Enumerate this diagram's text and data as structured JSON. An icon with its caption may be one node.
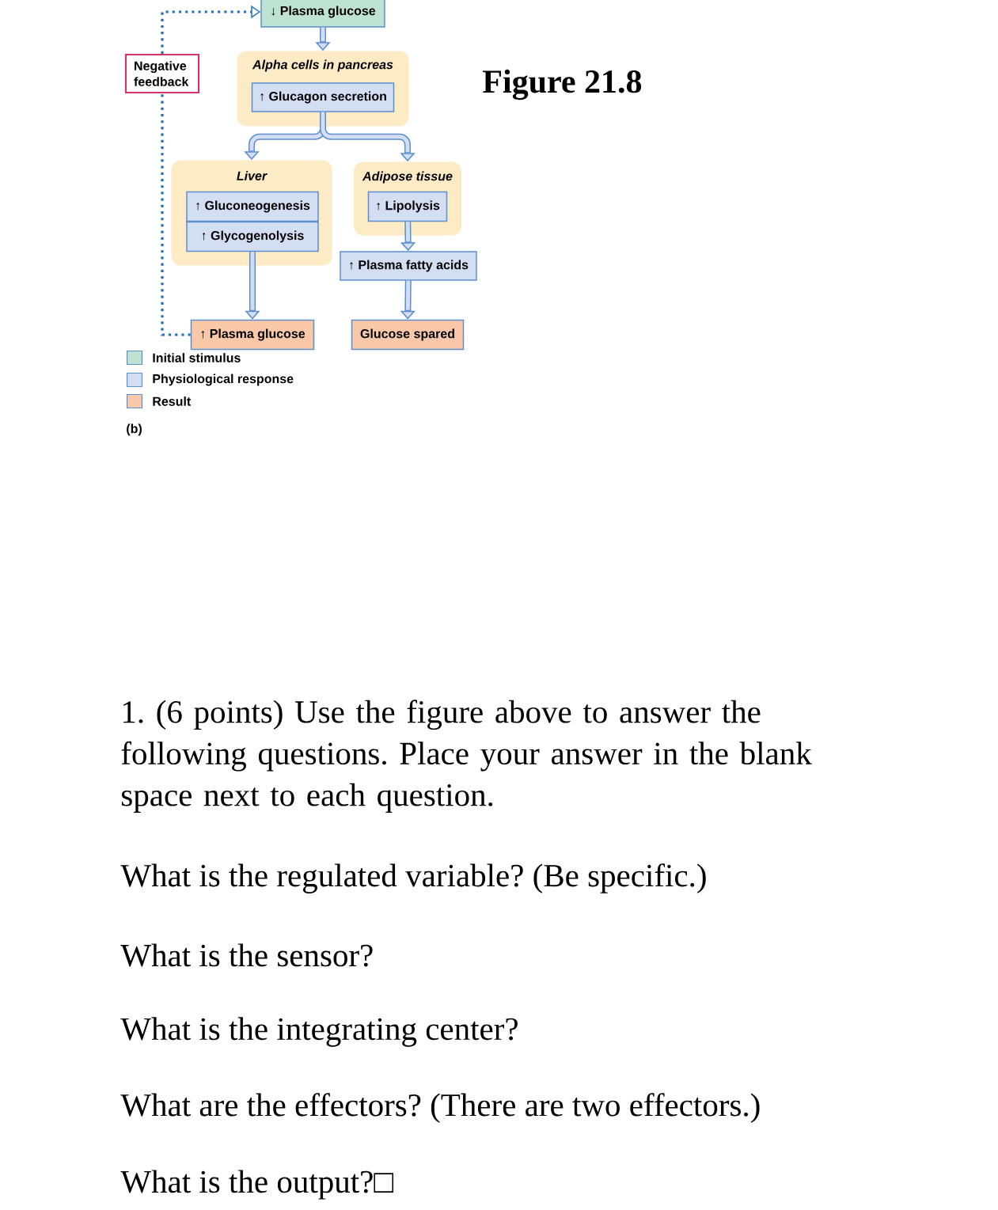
{
  "diagram": {
    "title": "Figure 21.8",
    "nodes": [
      {
        "text": [
          "↓ Plasma glucose"
        ]
      },
      {
        "text": [
          "Alpha cells in pancreas"
        ]
      },
      {
        "text": [
          "↑ Glucagon secretion"
        ],
        "in": 1
      },
      {
        "text": [
          "Liver"
        ]
      },
      {
        "text": [
          "↑ Gluconeogenesis"
        ],
        "in": 3
      },
      {
        "text": [
          "↑ Glycogenolysis"
        ],
        "in": 3
      },
      {
        "text": [
          "Adipose tissue"
        ]
      },
      {
        "text": [
          "↑ Lipolysis"
        ],
        "in": 6
      },
      {
        "text": [
          "↑ Plasma fatty acids"
        ]
      },
      {
        "text": [
          "↑ Plasma glucose"
        ]
      },
      {
        "text": [
          "Glucose spared"
        ]
      },
      {
        "text": [
          "Negative feedback"
        ]
      }
    ],
    "edges": [
      {
        "from": 0,
        "to": 1,
        "arrow": "to"
      },
      {
        "from": 2,
        "to": 3,
        "arrow": "to"
      },
      {
        "from": 2,
        "to": 6,
        "arrow": "to"
      },
      {
        "from": 5,
        "to": 9,
        "arrow": "to"
      },
      {
        "from": 7,
        "to": 8,
        "arrow": "to"
      },
      {
        "from": 8,
        "to": 10,
        "arrow": "to"
      },
      {
        "from": 9,
        "to": 11,
        "arrow": "none",
        "style": "dashed",
        "color": "#1f6fbf"
      },
      {
        "from": 11,
        "to": 0,
        "arrow": "to",
        "style": "dashed",
        "color": "#1f6fbf"
      }
    ],
    "labels": [
      "(b)",
      "1. (6 points) Use the figure above to answer the following questions. Place your answer in the blank space next to each question.",
      "What is the regulated variable? (Be specific.)",
      "What is the sensor?",
      "What is the integrating center?",
      "What are the effectors? (There are two effectors.)",
      "What is the output?□"
    ],
    "legend": [
      {
        "text": "Initial stimulus",
        "color": "#bfe3d2"
      },
      {
        "text": "Physiological response",
        "color": "#d3def3"
      },
      {
        "text": "Result",
        "color": "#f9c8a8"
      }
    ]
  }
}
